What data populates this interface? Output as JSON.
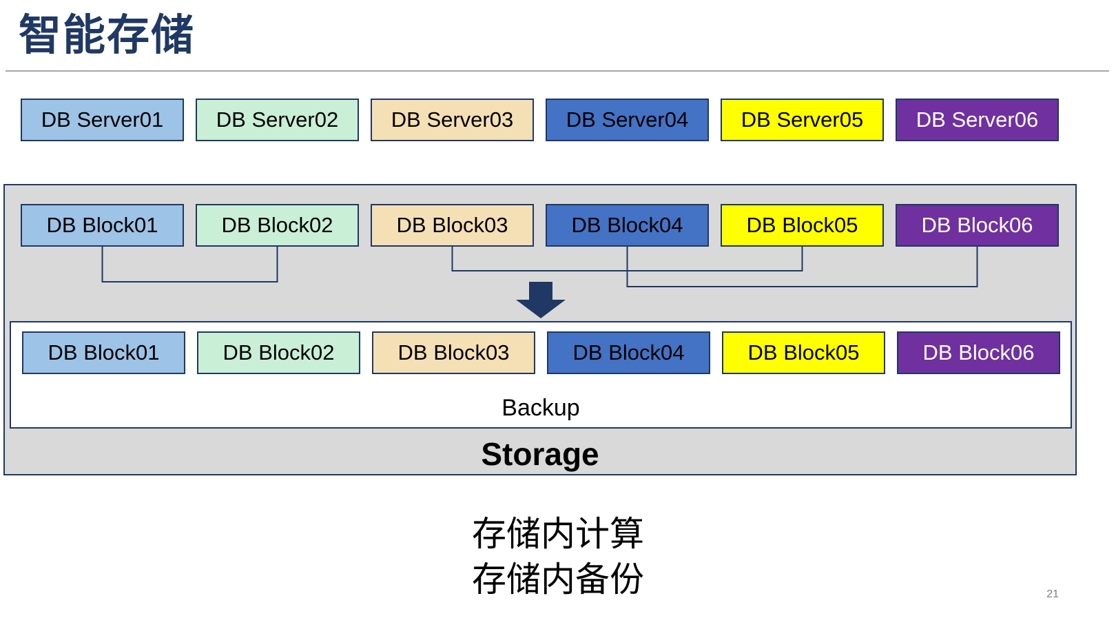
{
  "slide": {
    "title": "智能存储",
    "page_number": "21",
    "captions": {
      "line1": "存储内计算",
      "line2": "存储内备份"
    }
  },
  "colors": {
    "title": "#203864",
    "box_border": "#1F3864",
    "storage_background": "#D9D9D9",
    "arrow": "#1F3864",
    "divider": "#A6A6A6"
  },
  "servers": [
    {
      "label": "DB Server01",
      "bg": "#9DC3E6",
      "fg": "#000000"
    },
    {
      "label": "DB Server02",
      "bg": "#C9EFD6",
      "fg": "#000000"
    },
    {
      "label": "DB Server03",
      "bg": "#F5DFB5",
      "fg": "#000000"
    },
    {
      "label": "DB Server04",
      "bg": "#4472C4",
      "fg": "#000000"
    },
    {
      "label": "DB Server05",
      "bg": "#FFFF00",
      "fg": "#000000"
    },
    {
      "label": "DB Server06",
      "bg": "#7030A0",
      "fg": "#FFFFFF"
    }
  ],
  "storage": {
    "label": "Storage",
    "backup_label": "Backup",
    "blocks": [
      {
        "label": "DB Block01",
        "bg": "#9DC3E6",
        "fg": "#000000"
      },
      {
        "label": "DB Block02",
        "bg": "#C9EFD6",
        "fg": "#000000"
      },
      {
        "label": "DB Block03",
        "bg": "#F5DFB5",
        "fg": "#000000"
      },
      {
        "label": "DB Block04",
        "bg": "#4472C4",
        "fg": "#000000"
      },
      {
        "label": "DB Block05",
        "bg": "#FFFF00",
        "fg": "#000000"
      },
      {
        "label": "DB Block06",
        "bg": "#7030A0",
        "fg": "#FFFFFF"
      }
    ],
    "backup_blocks": [
      {
        "label": "DB Block01",
        "bg": "#9DC3E6",
        "fg": "#000000"
      },
      {
        "label": "DB Block02",
        "bg": "#C9EFD6",
        "fg": "#000000"
      },
      {
        "label": "DB Block03",
        "bg": "#F5DFB5",
        "fg": "#000000"
      },
      {
        "label": "DB Block04",
        "bg": "#4472C4",
        "fg": "#000000"
      },
      {
        "label": "DB Block05",
        "bg": "#FFFF00",
        "fg": "#000000"
      },
      {
        "label": "DB Block06",
        "bg": "#7030A0",
        "fg": "#FFFFFF"
      }
    ]
  }
}
